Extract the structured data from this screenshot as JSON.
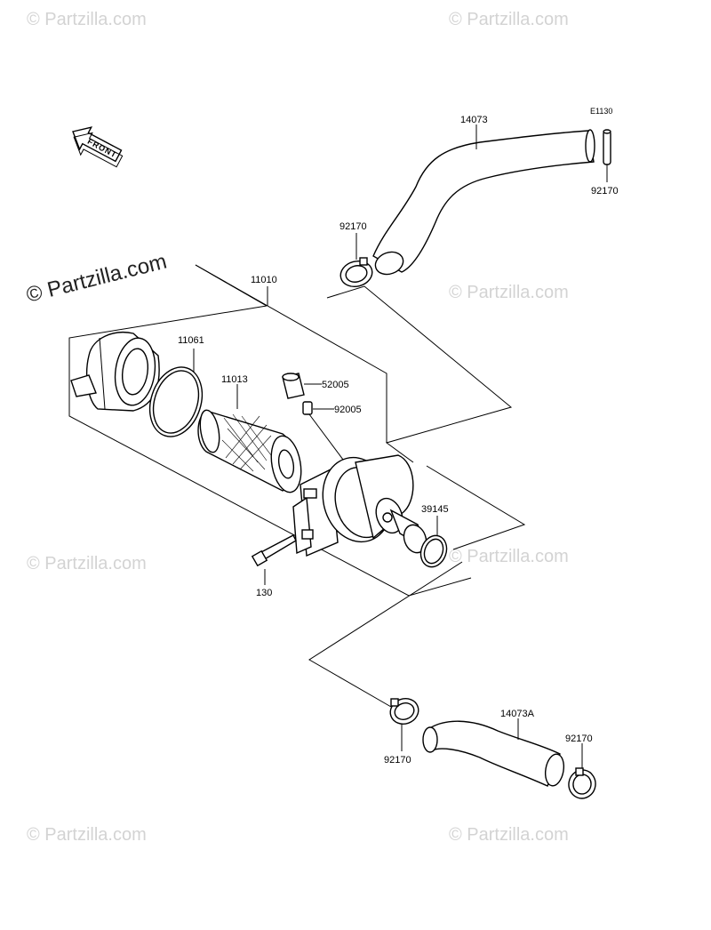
{
  "watermark": {
    "text": "© Partzilla.com",
    "prominent_text": "© Partzilla.com"
  },
  "front_arrow": {
    "label": "FRONT"
  },
  "ref_code": "E1130",
  "labels": {
    "p14073": "14073",
    "p92170_top_right": "92170",
    "p92170_upper": "92170",
    "p11010": "11010",
    "p11061": "11061",
    "p11013": "11013",
    "p52005": "52005",
    "p92005": "92005",
    "p39145": "39145",
    "p130": "130",
    "p14073A": "14073A",
    "p92170_bottom_left": "92170",
    "p92170_bottom_right": "92170"
  }
}
